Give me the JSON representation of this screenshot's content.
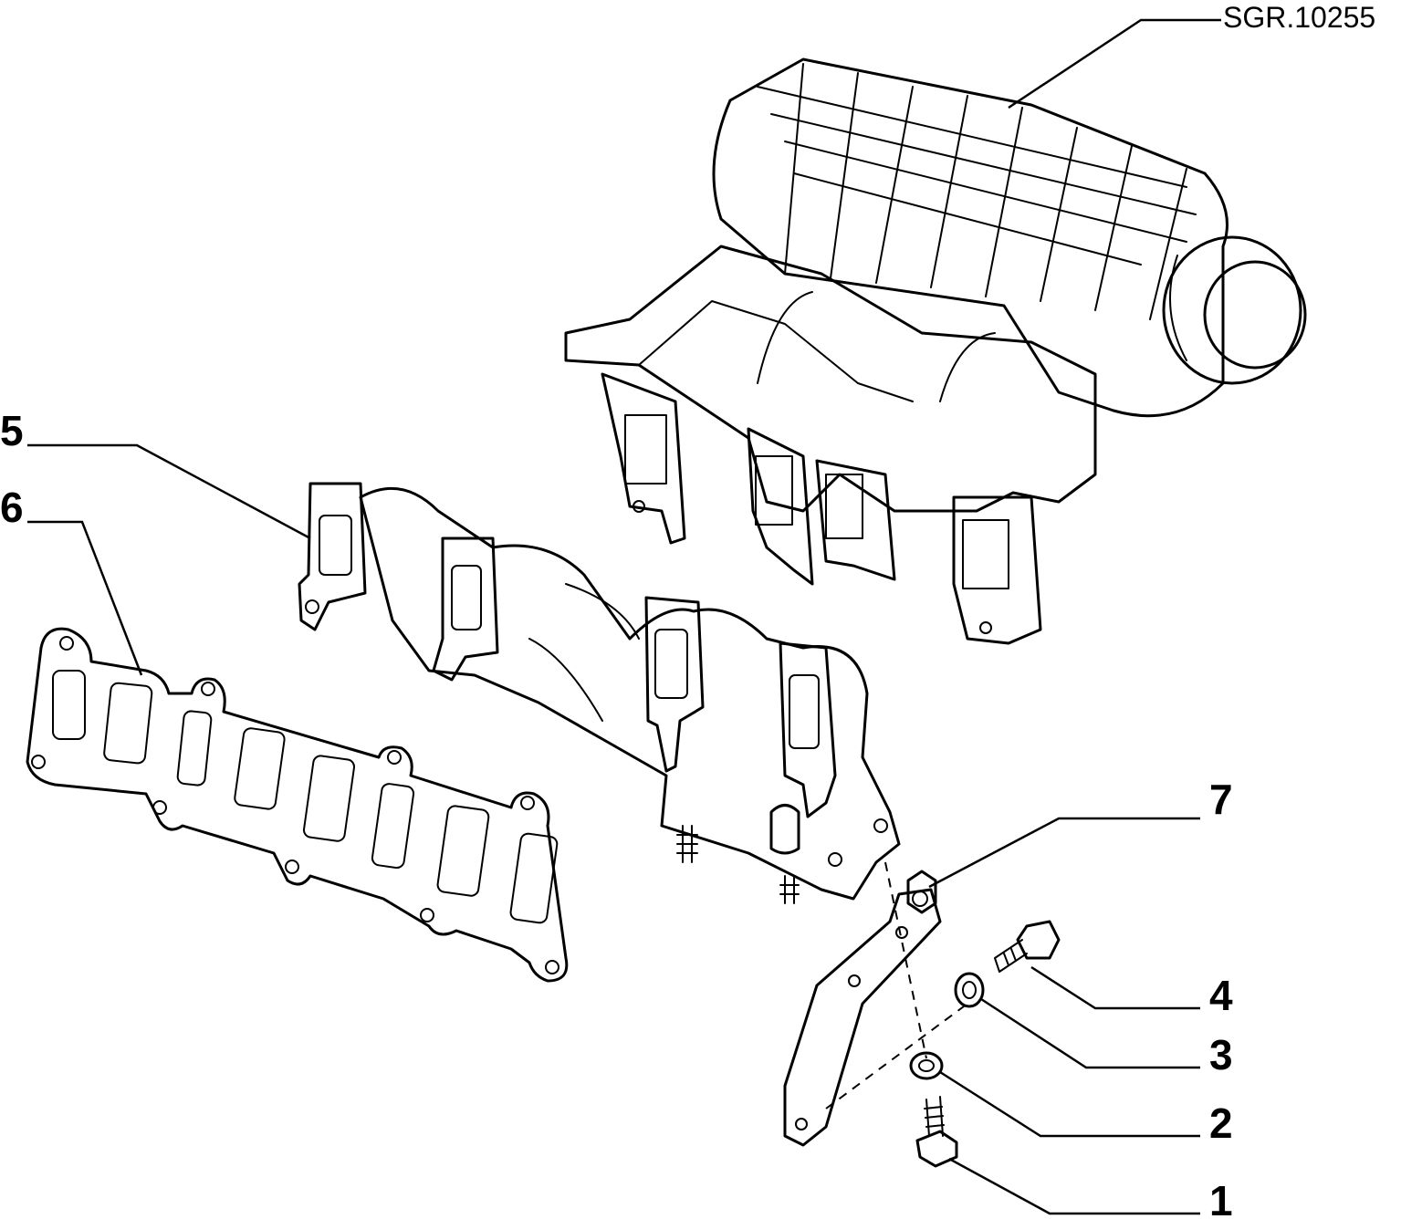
{
  "drawing": {
    "reference": "SGR.10255",
    "callouts": [
      "1",
      "2",
      "3",
      "4",
      "5",
      "6",
      "7"
    ]
  },
  "icons": [
    "intake-manifold-icon",
    "exhaust-manifold-icon",
    "manifold-gasket-icon",
    "support-bracket-icon",
    "bolt-icon",
    "washer-icon",
    "nut-icon",
    "stud-icon"
  ]
}
